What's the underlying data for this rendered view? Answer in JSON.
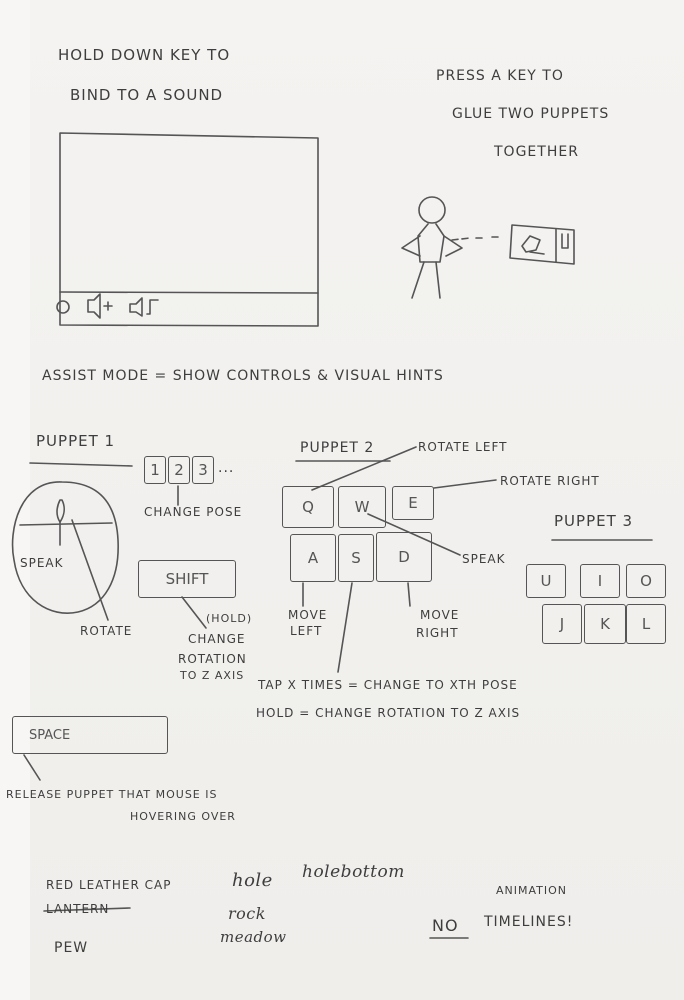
{
  "colors": {
    "pencil": "#555555",
    "paper": "#f3f2f0"
  },
  "notes": {
    "bind_sound": [
      "HOLD DOWN KEY TO",
      "BIND TO A SOUND"
    ],
    "glue": [
      "PRESS A KEY TO",
      "GLUE TWO PUPPETS",
      "TOGETHER"
    ],
    "assist_mode": "ASSIST MODE = SHOW CONTROLS & VISUAL HINTS"
  },
  "sound_window": {
    "icons": [
      "record-icon",
      "speaker-plus-icon",
      "speaker-note-icon"
    ]
  },
  "puppet1": {
    "title": "PUPPET 1",
    "pose_keys": [
      "1",
      "2",
      "3"
    ],
    "pose_more": "...",
    "change_pose": "CHANGE POSE",
    "speak": "SPEAK",
    "rotate": "ROTATE",
    "shift_key": "SHIFT",
    "hold": "(HOLD)",
    "change_rotation": [
      "CHANGE",
      "ROTATION",
      "TO Z AXIS"
    ]
  },
  "puppet2": {
    "title": "PUPPET 2",
    "keys_top": [
      "Q",
      "W",
      "E"
    ],
    "keys_bottom": [
      "A",
      "S",
      "D"
    ],
    "rotate_left": "ROTATE LEFT",
    "rotate_right": "ROTATE RIGHT",
    "speak": "SPEAK",
    "move_left": [
      "MOVE",
      "LEFT"
    ],
    "move_right": [
      "MOVE",
      "RIGHT"
    ],
    "tap_note": "TAP X TIMES = CHANGE TO XTH POSE",
    "hold_note": "HOLD = CHANGE ROTATION TO Z AXIS"
  },
  "puppet3": {
    "title": "PUPPET 3",
    "keys_top": [
      "U",
      "I",
      "O"
    ],
    "keys_bottom": [
      "J",
      "K",
      "L"
    ]
  },
  "space": {
    "key": "SPACE",
    "note": [
      "RELEASE PUPPET THAT MOUSE IS",
      "HOVERING OVER"
    ]
  },
  "words": {
    "red_leather_cap": "RED LEATHER CAP",
    "lantern": "LANTERN",
    "pew": "PEW",
    "hole": "hole",
    "holebottom": "holebottom",
    "rock": "rock",
    "meadow": "meadow",
    "no": "NO",
    "animation": "ANIMATION",
    "timelines": "TIMELINES!"
  }
}
